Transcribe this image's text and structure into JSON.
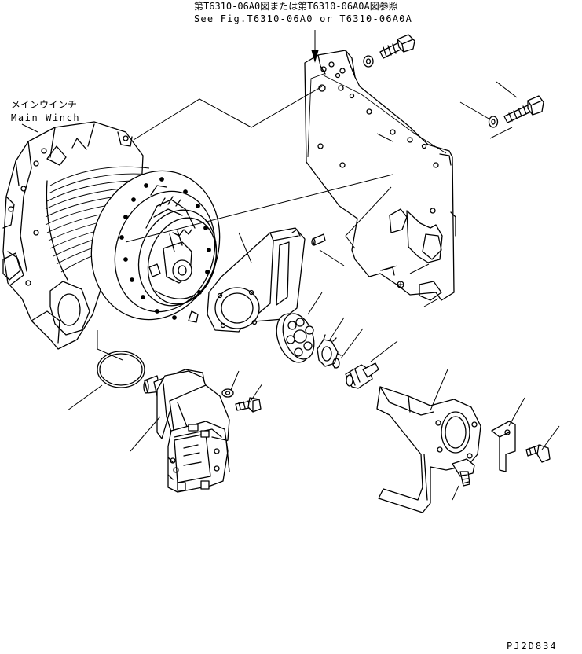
{
  "reference_note": {
    "japanese": "第T6310-06A0図または第T6310-06A0A図参照",
    "english": "See Fig.T6310-06A0 or T6310-06A0A"
  },
  "part_label": {
    "japanese": "メインウインチ",
    "english": "Main Winch"
  },
  "drawing_code": "PJ2D834"
}
